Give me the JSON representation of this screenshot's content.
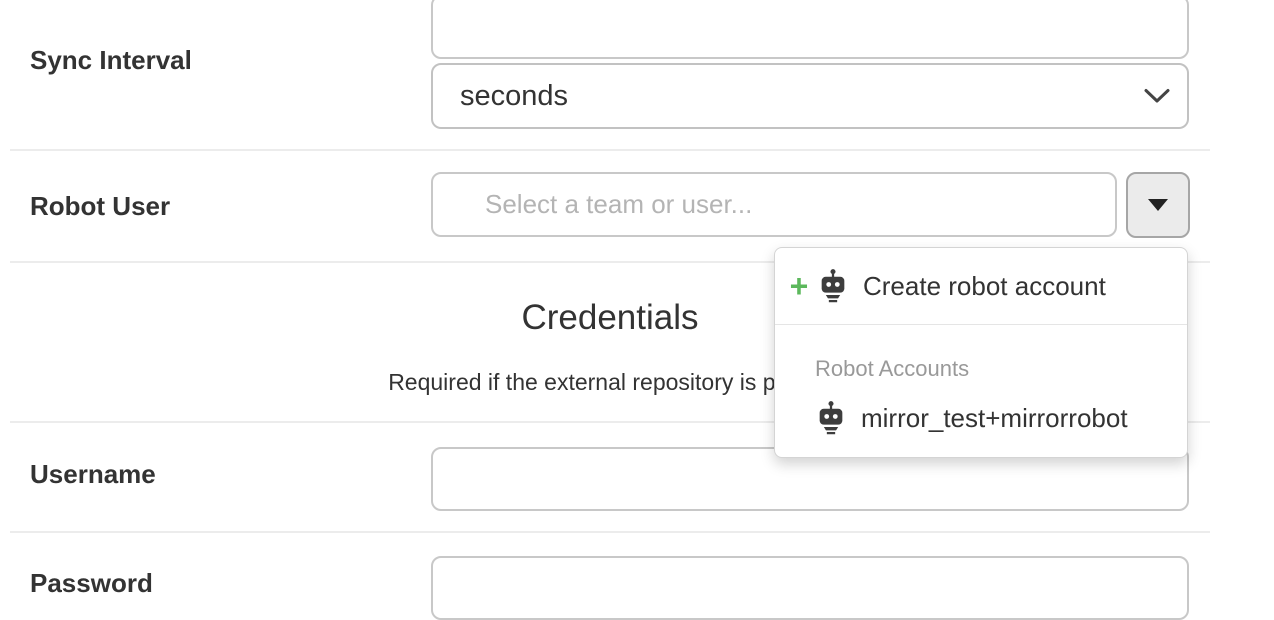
{
  "colors": {
    "accent_green": "#5cb85c",
    "label_text": "#333333",
    "muted_text": "#999999",
    "placeholder_text": "#b4b4b4",
    "input_border": "#c8c8c8",
    "divider": "#ececec",
    "toggle_button_bg": "#ebebeb"
  },
  "icons": {
    "plus_icon": "+",
    "caret_down_icon": "▾",
    "chevron_down_icon": "⌄",
    "robot_icon": "robot"
  },
  "form": {
    "sync_interval": {
      "label": "Sync Interval",
      "value_input": {
        "value": "",
        "placeholder": ""
      },
      "unit_select": {
        "selected_option": "seconds"
      }
    },
    "robot_user": {
      "label": "Robot User",
      "search_input": {
        "value": "",
        "placeholder": "Select a team or user..."
      }
    },
    "credentials": {
      "heading": "Credentials",
      "description": "Required if the external repository is private"
    },
    "username": {
      "label": "Username",
      "input": {
        "value": "",
        "placeholder": ""
      }
    },
    "password": {
      "label": "Password",
      "input": {
        "value": "",
        "placeholder": ""
      }
    }
  },
  "robot_dropdown": {
    "create_item_label": "Create robot account",
    "section_header": "Robot Accounts",
    "accounts": [
      {
        "name": "mirror_test+mirrorrobot"
      }
    ]
  }
}
